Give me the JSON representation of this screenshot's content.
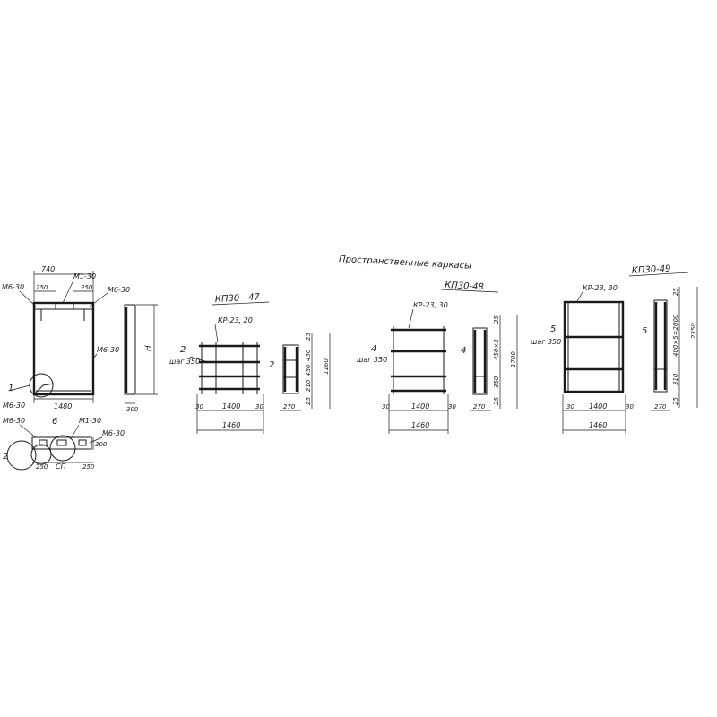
{
  "title": "Пространственные каркасы",
  "left_detail": {
    "marks": {
      "m6_top_left": "М6-30",
      "m1_top": "М1-30",
      "m6_top_right": "М6-30",
      "m6_right": "М6-30",
      "m6_lower_left": "М6-30",
      "m6_bl": "М6-30",
      "m1_bottom": "М1-30",
      "m6_br": "М6-30"
    },
    "dims": {
      "top_740": "740",
      "top_250_left": "250",
      "top_250_right": "250",
      "bottom_1480": "1480",
      "height_H": "H",
      "side_300": "300",
      "d_250": "250",
      "d_300": "300",
      "d_250b": "250"
    },
    "labels": {
      "callout_1": "1",
      "callout_2": "2",
      "callout_6": "6",
      "sp": "СП"
    }
  },
  "frames": [
    {
      "title": "КП30 - 47",
      "kr_label": "КР-23, 20",
      "count": "2",
      "step": "шаг 350",
      "dims": {
        "left": "30",
        "mid": "1400",
        "right": "30",
        "total": "1460"
      },
      "side": {
        "count": "2",
        "d1": "25",
        "d2": "450",
        "d3": "450",
        "d4": "210",
        "d5": "25",
        "height": "1160",
        "width": "270"
      }
    },
    {
      "title": "КП30-48",
      "kr_label": "КР-23, 30",
      "count": "4",
      "step": "шаг 350",
      "dims": {
        "left": "30",
        "mid": "1400",
        "right": "30",
        "total": "1460"
      },
      "side": {
        "count": "4",
        "d1": "25",
        "d2": "450×3",
        "d3": "350",
        "d4": "25",
        "height": "1700",
        "width": "270"
      }
    },
    {
      "title": "КП30-49",
      "kr_label": "КР-23, 30",
      "count": "5",
      "step": "шаг 350",
      "dims": {
        "left": "30",
        "mid": "1400",
        "right": "30",
        "total": "1460"
      },
      "side": {
        "count": "5",
        "d1": "25",
        "d2": "400×5=2000",
        "d3": "310",
        "d4": "25",
        "height": "2350",
        "width": "270"
      }
    }
  ]
}
